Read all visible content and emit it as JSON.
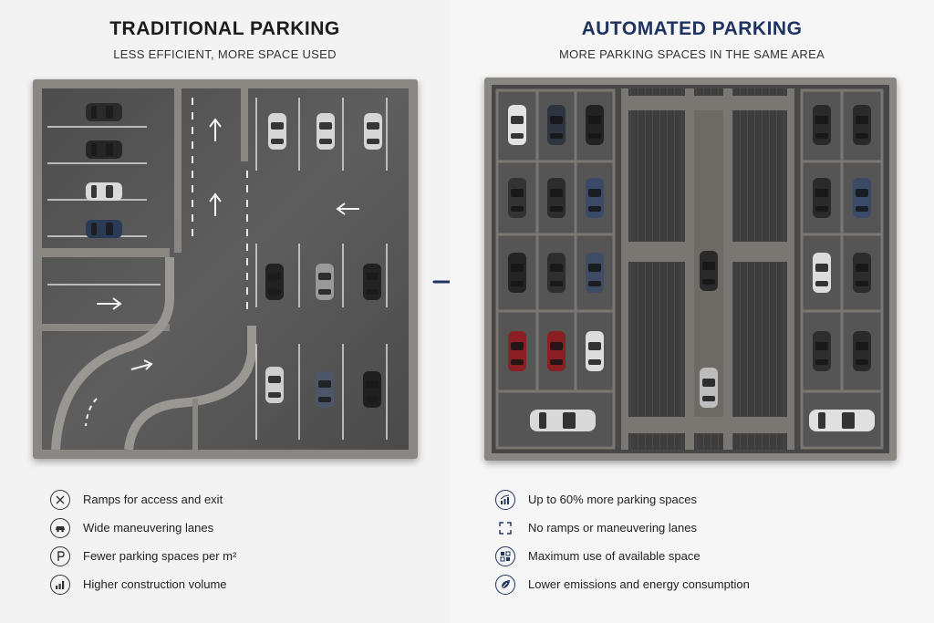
{
  "traditional": {
    "title": "TRADITIONAL PARKING",
    "subtitle": "LESS EFFICIENT, MORE SPACE USED",
    "features": [
      {
        "icon": "ramp-icon",
        "label": "Ramps for access and exit"
      },
      {
        "icon": "car-icon",
        "label": "Wide maneuvering lanes"
      },
      {
        "icon": "parking-p-icon",
        "label": "Fewer parking spaces per m²"
      },
      {
        "icon": "bar-chart-icon",
        "label": "Higher construction volume"
      }
    ]
  },
  "automated": {
    "title": "AUTOMATED PARKING",
    "subtitle": "MORE PARKING SPACES IN THE SAME AREA",
    "features": [
      {
        "icon": "growth-chart-icon",
        "label": "Up to 60% more parking spaces"
      },
      {
        "icon": "expand-frame-icon",
        "label": "No ramps or maneuvering lanes"
      },
      {
        "icon": "grid-layout-icon",
        "label": "Maximum use of available space"
      },
      {
        "icon": "leaf-icon",
        "label": "Lower emissions and energy consumption"
      }
    ]
  },
  "colors": {
    "traditional_title": "#1c1c1c",
    "automated_title": "#1e3360",
    "arrow": "#1e3360",
    "concrete": "#5a5a5a",
    "wall": "#8a8682"
  }
}
